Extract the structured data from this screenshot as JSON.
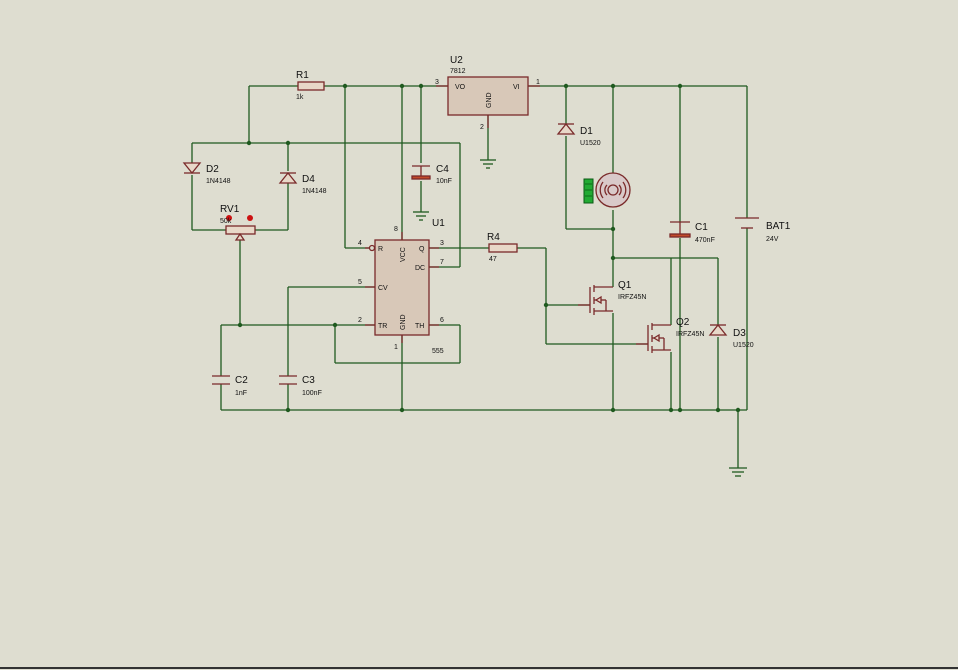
{
  "components": {
    "R1": {
      "ref": "R1",
      "value": "1k"
    },
    "U2": {
      "ref": "U2",
      "value": "7812",
      "pins": {
        "in": "VI",
        "out": "VO",
        "gnd": "GND"
      },
      "pin_numbers": {
        "in": "1",
        "out": "3",
        "gnd": "2"
      }
    },
    "D1": {
      "ref": "D1",
      "value": "U1520"
    },
    "D2": {
      "ref": "D2",
      "value": "1N4148"
    },
    "D4": {
      "ref": "D4",
      "value": "1N4148"
    },
    "C4": {
      "ref": "C4",
      "value": "10nF"
    },
    "RV1": {
      "ref": "RV1",
      "value": "50k"
    },
    "U1": {
      "ref": "U1",
      "value": "555",
      "pins": {
        "R": "R",
        "VCC": "VCC",
        "Q": "Q",
        "DC": "DC",
        "CV": "CV",
        "TR": "TR",
        "GND": "GND",
        "TH": "TH"
      },
      "pin_numbers": {
        "R": "4",
        "VCC": "8",
        "Q": "3",
        "DC": "7",
        "CV": "5",
        "TR": "2",
        "GND": "1",
        "TH": "6"
      }
    },
    "R4": {
      "ref": "R4",
      "value": "47"
    },
    "C1": {
      "ref": "C1",
      "value": "470nF"
    },
    "BAT1": {
      "ref": "BAT1",
      "value": "24V"
    },
    "Q1": {
      "ref": "Q1",
      "value": "IRFZ45N"
    },
    "Q2": {
      "ref": "Q2",
      "value": "IRFZ45N"
    },
    "D3": {
      "ref": "D3",
      "value": "U1520"
    },
    "C2": {
      "ref": "C2",
      "value": "1nF"
    },
    "C3": {
      "ref": "C3",
      "value": "100nF"
    },
    "M1": {
      "ref": "",
      "value": "",
      "icon": "motor-icon"
    }
  },
  "colors": {
    "wire": "#1f5a1f",
    "component": "#7a2a2a",
    "background": "#deddd0"
  }
}
